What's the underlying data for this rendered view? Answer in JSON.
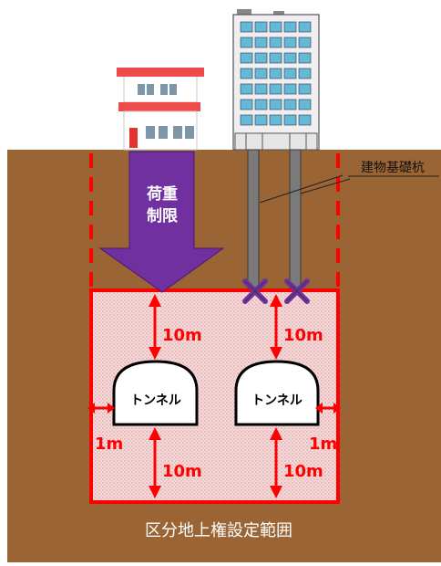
{
  "labels": {
    "load_limit_line1": "荷重",
    "load_limit_line2": "制限",
    "pile_label": "建物基礎杭",
    "tunnel_left": "トンネル",
    "tunnel_right": "トンネル",
    "dist_top_left": "10m",
    "dist_top_right": "10m",
    "dist_bottom_left": "10m",
    "dist_bottom_right": "10m",
    "side_left": "1m",
    "side_right": "1m",
    "zone_caption": "区分地上権設定範囲"
  },
  "colors": {
    "ground": "#9a6434",
    "zone_red": "#ff0000",
    "zone_fill": "#f3d6d6",
    "arrow_purple": "#7030a0",
    "dimension_text": "#ff0000"
  }
}
